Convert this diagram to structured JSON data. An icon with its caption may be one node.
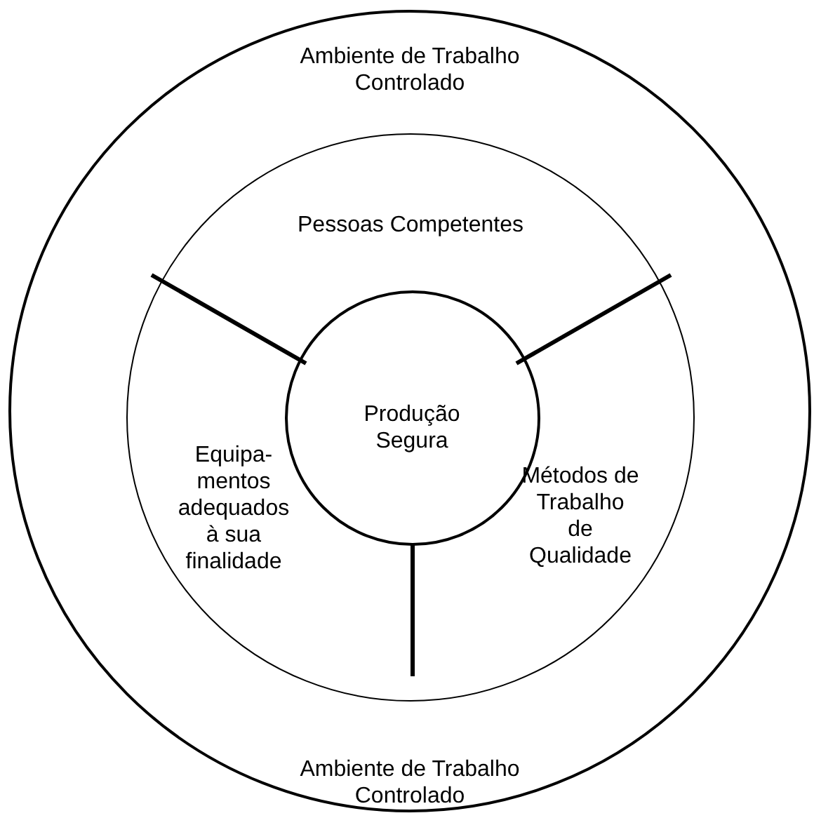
{
  "diagram": {
    "nodes": [
      {
        "text": [
          "Ambiente de Trabalho Controlado",
          "Ambiente de Trabalho Controlado"
        ]
      },
      {
        "text": [],
        "shape": "circle",
        "in": 0
      },
      {
        "text": [
          "Pessoas Competentes"
        ],
        "in": 1
      },
      {
        "text": [
          "Equipa- mentos adequados à sua finalidade"
        ],
        "in": 1
      },
      {
        "text": [
          "Métodos de Trabalho de Qualidade"
        ],
        "in": 1
      },
      {
        "text": [
          "Produção Segura"
        ],
        "in": 1
      }
    ],
    "edges": []
  }
}
